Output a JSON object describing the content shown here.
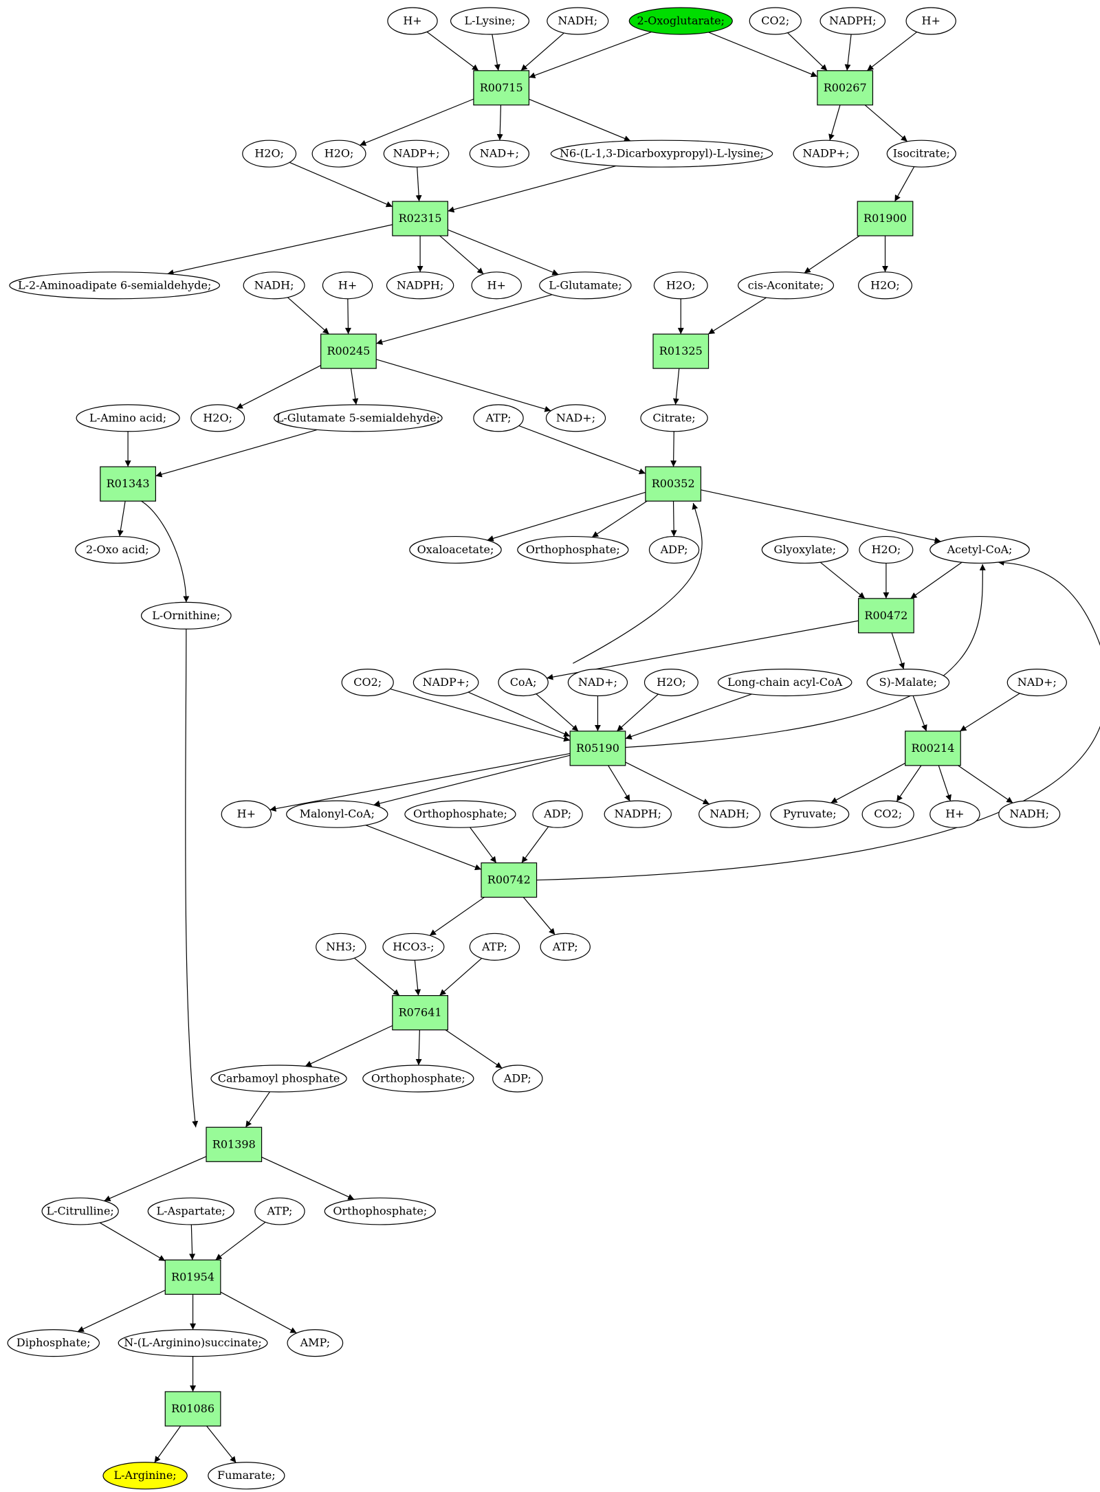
{
  "colors": {
    "reaction_fill": "#98fb98",
    "start_compound_fill": "#00dd00",
    "target_compound_fill": "#ffff00",
    "compound_fill": "#ffffff"
  },
  "nodes": [
    {
      "id": "r00715",
      "label": "R00715",
      "kind": "reaction"
    },
    {
      "id": "r00267",
      "label": "R00267",
      "kind": "reaction"
    },
    {
      "id": "r02315",
      "label": "R02315",
      "kind": "reaction"
    },
    {
      "id": "r01900",
      "label": "R01900",
      "kind": "reaction"
    },
    {
      "id": "r00245",
      "label": "R00245",
      "kind": "reaction"
    },
    {
      "id": "r01325",
      "label": "R01325",
      "kind": "reaction"
    },
    {
      "id": "r01343",
      "label": "R01343",
      "kind": "reaction"
    },
    {
      "id": "r00352",
      "label": "R00352",
      "kind": "reaction"
    },
    {
      "id": "r00472",
      "label": "R00472",
      "kind": "reaction"
    },
    {
      "id": "r05190",
      "label": "R05190",
      "kind": "reaction"
    },
    {
      "id": "r00214",
      "label": "R00214",
      "kind": "reaction"
    },
    {
      "id": "r00742",
      "label": "R00742",
      "kind": "reaction"
    },
    {
      "id": "r07641",
      "label": "R07641",
      "kind": "reaction"
    },
    {
      "id": "r01398",
      "label": "R01398",
      "kind": "reaction"
    },
    {
      "id": "r01954",
      "label": "R01954",
      "kind": "reaction"
    },
    {
      "id": "r01086",
      "label": "R01086",
      "kind": "reaction"
    },
    {
      "id": "hplus_1",
      "label": "H+",
      "kind": "compound"
    },
    {
      "id": "llysine",
      "label": "L-Lysine;",
      "kind": "compound"
    },
    {
      "id": "nadh_1",
      "label": "NADH;",
      "kind": "compound"
    },
    {
      "id": "oxoglut",
      "label": "2-Oxoglutarate;",
      "kind": "start"
    },
    {
      "id": "co2_1",
      "label": "CO2;",
      "kind": "compound"
    },
    {
      "id": "nadph_1",
      "label": "NADPH;",
      "kind": "compound"
    },
    {
      "id": "hplus_2",
      "label": "H+",
      "kind": "compound"
    },
    {
      "id": "h2o_1",
      "label": "H2O;",
      "kind": "compound"
    },
    {
      "id": "h2o_2",
      "label": "H2O;",
      "kind": "compound"
    },
    {
      "id": "nadpp_1",
      "label": "NADP+;",
      "kind": "compound"
    },
    {
      "id": "nadp_1",
      "label": "NAD+;",
      "kind": "compound"
    },
    {
      "id": "n6lys",
      "label": "N6-(L-1,3-Dicarboxypropyl)-L-lysine;",
      "kind": "compound"
    },
    {
      "id": "nadpp_2",
      "label": "NADP+;",
      "kind": "compound"
    },
    {
      "id": "isocit",
      "label": "Isocitrate;",
      "kind": "compound"
    },
    {
      "id": "l2amino",
      "label": "L-2-Aminoadipate 6-semialdehyde;",
      "kind": "compound"
    },
    {
      "id": "nadh_2",
      "label": "NADH;",
      "kind": "compound"
    },
    {
      "id": "hplus_3",
      "label": "H+",
      "kind": "compound"
    },
    {
      "id": "nadph_2",
      "label": "NADPH;",
      "kind": "compound"
    },
    {
      "id": "hplus_4",
      "label": "H+",
      "kind": "compound"
    },
    {
      "id": "lglu",
      "label": "L-Glutamate;",
      "kind": "compound"
    },
    {
      "id": "h2o_3",
      "label": "H2O;",
      "kind": "compound"
    },
    {
      "id": "cisacon",
      "label": "cis-Aconitate;",
      "kind": "compound"
    },
    {
      "id": "h2o_4",
      "label": "H2O;",
      "kind": "compound"
    },
    {
      "id": "laa",
      "label": "L-Amino acid;",
      "kind": "compound"
    },
    {
      "id": "h2o_5",
      "label": "H2O;",
      "kind": "compound"
    },
    {
      "id": "lglu5",
      "label": "L-Glutamate 5-semialdehyde;",
      "kind": "compound"
    },
    {
      "id": "atp_1",
      "label": "ATP;",
      "kind": "compound"
    },
    {
      "id": "nadp_2",
      "label": "NAD+;",
      "kind": "compound"
    },
    {
      "id": "citrate",
      "label": "Citrate;",
      "kind": "compound"
    },
    {
      "id": "oxoacid",
      "label": "2-Oxo acid;",
      "kind": "compound"
    },
    {
      "id": "oxaloac",
      "label": "Oxaloacetate;",
      "kind": "compound"
    },
    {
      "id": "orthop_1",
      "label": "Orthophosphate;",
      "kind": "compound"
    },
    {
      "id": "adp_1",
      "label": "ADP;",
      "kind": "compound"
    },
    {
      "id": "glyox",
      "label": "Glyoxylate;",
      "kind": "compound"
    },
    {
      "id": "h2o_6",
      "label": "H2O;",
      "kind": "compound"
    },
    {
      "id": "acetylcoa",
      "label": "Acetyl-CoA;",
      "kind": "compound"
    },
    {
      "id": "lorn",
      "label": "L-Ornithine;",
      "kind": "compound"
    },
    {
      "id": "co2_2",
      "label": "CO2;",
      "kind": "compound"
    },
    {
      "id": "nadpp_3",
      "label": "NADP+;",
      "kind": "compound"
    },
    {
      "id": "coa",
      "label": "CoA;",
      "kind": "compound"
    },
    {
      "id": "nadp_3",
      "label": "NAD+;",
      "kind": "compound"
    },
    {
      "id": "h2o_7",
      "label": "H2O;",
      "kind": "compound"
    },
    {
      "id": "lcacoa",
      "label": "Long-chain acyl-CoA",
      "kind": "compound"
    },
    {
      "id": "smalate",
      "label": "S)-Malate;",
      "kind": "compound"
    },
    {
      "id": "nadp_4",
      "label": "NAD+;",
      "kind": "compound"
    },
    {
      "id": "hplus_5",
      "label": "H+",
      "kind": "compound"
    },
    {
      "id": "malcoa",
      "label": "Malonyl-CoA;",
      "kind": "compound"
    },
    {
      "id": "orthop_2",
      "label": "Orthophosphate;",
      "kind": "compound"
    },
    {
      "id": "adp_2",
      "label": "ADP;",
      "kind": "compound"
    },
    {
      "id": "nadph_3",
      "label": "NADPH;",
      "kind": "compound"
    },
    {
      "id": "nadh_3",
      "label": "NADH;",
      "kind": "compound"
    },
    {
      "id": "pyruvate",
      "label": "Pyruvate;",
      "kind": "compound"
    },
    {
      "id": "co2_3",
      "label": "CO2;",
      "kind": "compound"
    },
    {
      "id": "hplus_6",
      "label": "H+",
      "kind": "compound"
    },
    {
      "id": "nadh_4",
      "label": "NADH;",
      "kind": "compound"
    },
    {
      "id": "nh3",
      "label": "NH3;",
      "kind": "compound"
    },
    {
      "id": "hco3",
      "label": "HCO3-;",
      "kind": "compound"
    },
    {
      "id": "atp_2",
      "label": "ATP;",
      "kind": "compound"
    },
    {
      "id": "atp_3",
      "label": "ATP;",
      "kind": "compound"
    },
    {
      "id": "carbp",
      "label": "Carbamoyl phosphate",
      "kind": "compound"
    },
    {
      "id": "orthop_3",
      "label": "Orthophosphate;",
      "kind": "compound"
    },
    {
      "id": "adp_3",
      "label": "ADP;",
      "kind": "compound"
    },
    {
      "id": "lcit",
      "label": "L-Citrulline;",
      "kind": "compound"
    },
    {
      "id": "lasp",
      "label": "L-Aspartate;",
      "kind": "compound"
    },
    {
      "id": "atp_4",
      "label": "ATP;",
      "kind": "compound"
    },
    {
      "id": "orthop_4",
      "label": "Orthophosphate;",
      "kind": "compound"
    },
    {
      "id": "diphos",
      "label": "Diphosphate;",
      "kind": "compound"
    },
    {
      "id": "nargsucc",
      "label": "N-(L-Arginino)succinate;",
      "kind": "compound"
    },
    {
      "id": "amp",
      "label": "AMP;",
      "kind": "compound"
    },
    {
      "id": "larg",
      "label": "L-Arginine;",
      "kind": "target"
    },
    {
      "id": "fumarate",
      "label": "Fumarate;",
      "kind": "compound"
    }
  ],
  "edges": [
    {
      "from": "hplus_1",
      "to": "r00715"
    },
    {
      "from": "llysine",
      "to": "r00715"
    },
    {
      "from": "nadh_1",
      "to": "r00715"
    },
    {
      "from": "oxoglut",
      "to": "r00715"
    },
    {
      "from": "oxoglut",
      "to": "r00267"
    },
    {
      "from": "co2_1",
      "to": "r00267"
    },
    {
      "from": "nadph_1",
      "to": "r00267"
    },
    {
      "from": "hplus_2",
      "to": "r00267"
    },
    {
      "from": "r00715",
      "to": "h2o_2"
    },
    {
      "from": "r00715",
      "to": "nadp_1"
    },
    {
      "from": "r00715",
      "to": "n6lys"
    },
    {
      "from": "r00267",
      "to": "nadpp_2"
    },
    {
      "from": "r00267",
      "to": "isocit"
    },
    {
      "from": "h2o_1",
      "to": "r02315"
    },
    {
      "from": "nadpp_1",
      "to": "r02315"
    },
    {
      "from": "n6lys",
      "to": "r02315"
    },
    {
      "from": "isocit",
      "to": "r01900"
    },
    {
      "from": "r02315",
      "to": "l2amino"
    },
    {
      "from": "r02315",
      "to": "nadph_2"
    },
    {
      "from": "r02315",
      "to": "hplus_4"
    },
    {
      "from": "r02315",
      "to": "lglu"
    },
    {
      "from": "r01900",
      "to": "cisacon"
    },
    {
      "from": "r01900",
      "to": "h2o_4"
    },
    {
      "from": "nadh_2",
      "to": "r00245"
    },
    {
      "from": "hplus_3",
      "to": "r00245"
    },
    {
      "from": "lglu",
      "to": "r00245"
    },
    {
      "from": "h2o_3",
      "to": "r01325"
    },
    {
      "from": "cisacon",
      "to": "r01325"
    },
    {
      "from": "r00245",
      "to": "h2o_5"
    },
    {
      "from": "r00245",
      "to": "lglu5"
    },
    {
      "from": "r00245",
      "to": "nadp_2"
    },
    {
      "from": "r01325",
      "to": "citrate"
    },
    {
      "from": "laa",
      "to": "r01343"
    },
    {
      "from": "lglu5",
      "to": "r01343"
    },
    {
      "from": "atp_1",
      "to": "r00352"
    },
    {
      "from": "citrate",
      "to": "r00352"
    },
    {
      "from": "coa",
      "to": "r00352"
    },
    {
      "from": "r01343",
      "to": "oxoacid"
    },
    {
      "from": "r01343",
      "to": "lorn"
    },
    {
      "from": "r00352",
      "to": "oxaloac"
    },
    {
      "from": "r00352",
      "to": "orthop_1"
    },
    {
      "from": "r00352",
      "to": "adp_1"
    },
    {
      "from": "r00352",
      "to": "acetylcoa"
    },
    {
      "from": "glyox",
      "to": "r00472"
    },
    {
      "from": "h2o_6",
      "to": "r00472"
    },
    {
      "from": "acetylcoa",
      "to": "r00472"
    },
    {
      "from": "r00472",
      "to": "coa"
    },
    {
      "from": "r00472",
      "to": "smalate"
    },
    {
      "from": "co2_2",
      "to": "r05190"
    },
    {
      "from": "nadpp_3",
      "to": "r05190"
    },
    {
      "from": "coa",
      "to": "r05190"
    },
    {
      "from": "nadp_3",
      "to": "r05190"
    },
    {
      "from": "h2o_7",
      "to": "r05190"
    },
    {
      "from": "lcacoa",
      "to": "r05190"
    },
    {
      "from": "r05190",
      "to": "acetylcoa"
    },
    {
      "from": "smalate",
      "to": "r00214"
    },
    {
      "from": "nadp_4",
      "to": "r00214"
    },
    {
      "from": "r05190",
      "to": "hplus_5"
    },
    {
      "from": "r05190",
      "to": "malcoa"
    },
    {
      "from": "r05190",
      "to": "nadph_3"
    },
    {
      "from": "r05190",
      "to": "nadh_3"
    },
    {
      "from": "r00214",
      "to": "pyruvate"
    },
    {
      "from": "r00214",
      "to": "co2_3"
    },
    {
      "from": "r00214",
      "to": "hplus_6"
    },
    {
      "from": "r00214",
      "to": "nadh_4"
    },
    {
      "from": "malcoa",
      "to": "r00742"
    },
    {
      "from": "orthop_2",
      "to": "r00742"
    },
    {
      "from": "adp_2",
      "to": "r00742"
    },
    {
      "from": "r00742",
      "to": "acetylcoa"
    },
    {
      "from": "r00742",
      "to": "hco3"
    },
    {
      "from": "r00742",
      "to": "atp_3"
    },
    {
      "from": "nh3",
      "to": "r07641"
    },
    {
      "from": "hco3",
      "to": "r07641"
    },
    {
      "from": "atp_2",
      "to": "r07641"
    },
    {
      "from": "r07641",
      "to": "carbp"
    },
    {
      "from": "r07641",
      "to": "orthop_3"
    },
    {
      "from": "r07641",
      "to": "adp_3"
    },
    {
      "from": "lorn",
      "to": "r01398"
    },
    {
      "from": "carbp",
      "to": "r01398"
    },
    {
      "from": "r01398",
      "to": "lcit"
    },
    {
      "from": "r01398",
      "to": "orthop_4"
    },
    {
      "from": "lcit",
      "to": "r01954"
    },
    {
      "from": "lasp",
      "to": "r01954"
    },
    {
      "from": "atp_4",
      "to": "r01954"
    },
    {
      "from": "r01954",
      "to": "diphos"
    },
    {
      "from": "r01954",
      "to": "nargsucc"
    },
    {
      "from": "r01954",
      "to": "amp"
    },
    {
      "from": "nargsucc",
      "to": "r01086"
    },
    {
      "from": "r01086",
      "to": "larg"
    },
    {
      "from": "r01086",
      "to": "fumarate"
    }
  ]
}
